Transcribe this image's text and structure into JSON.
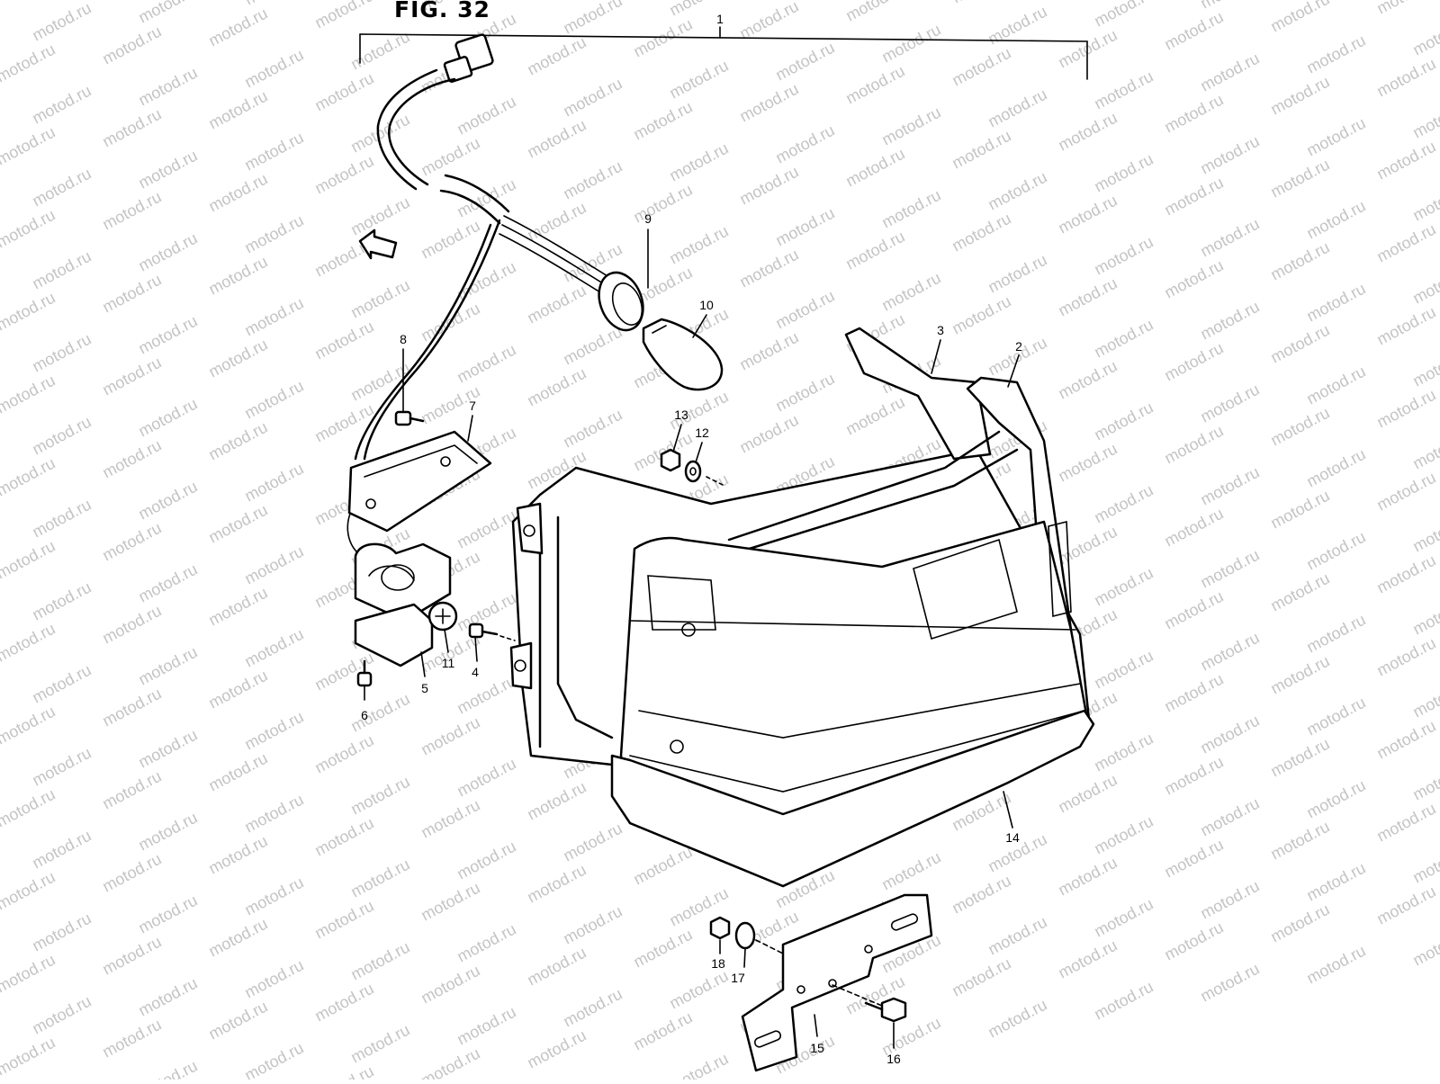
{
  "figure": {
    "title": "FIG. 32",
    "watermark": "motod.ru",
    "colors": {
      "line": "#000000",
      "background": "#ffffff",
      "watermark": "#c4c4c4"
    }
  },
  "parts": [
    {
      "id": "1",
      "label": "1"
    },
    {
      "id": "2",
      "label": "2"
    },
    {
      "id": "3",
      "label": "3"
    },
    {
      "id": "4",
      "label": "4"
    },
    {
      "id": "5",
      "label": "5"
    },
    {
      "id": "6",
      "label": "6"
    },
    {
      "id": "7",
      "label": "7"
    },
    {
      "id": "8",
      "label": "8"
    },
    {
      "id": "9",
      "label": "9"
    },
    {
      "id": "10",
      "label": "10"
    },
    {
      "id": "11",
      "label": "11"
    },
    {
      "id": "12",
      "label": "12"
    },
    {
      "id": "13",
      "label": "13"
    },
    {
      "id": "14",
      "label": "14"
    },
    {
      "id": "15",
      "label": "15"
    },
    {
      "id": "16",
      "label": "16"
    },
    {
      "id": "17",
      "label": "17"
    },
    {
      "id": "18",
      "label": "18"
    }
  ]
}
